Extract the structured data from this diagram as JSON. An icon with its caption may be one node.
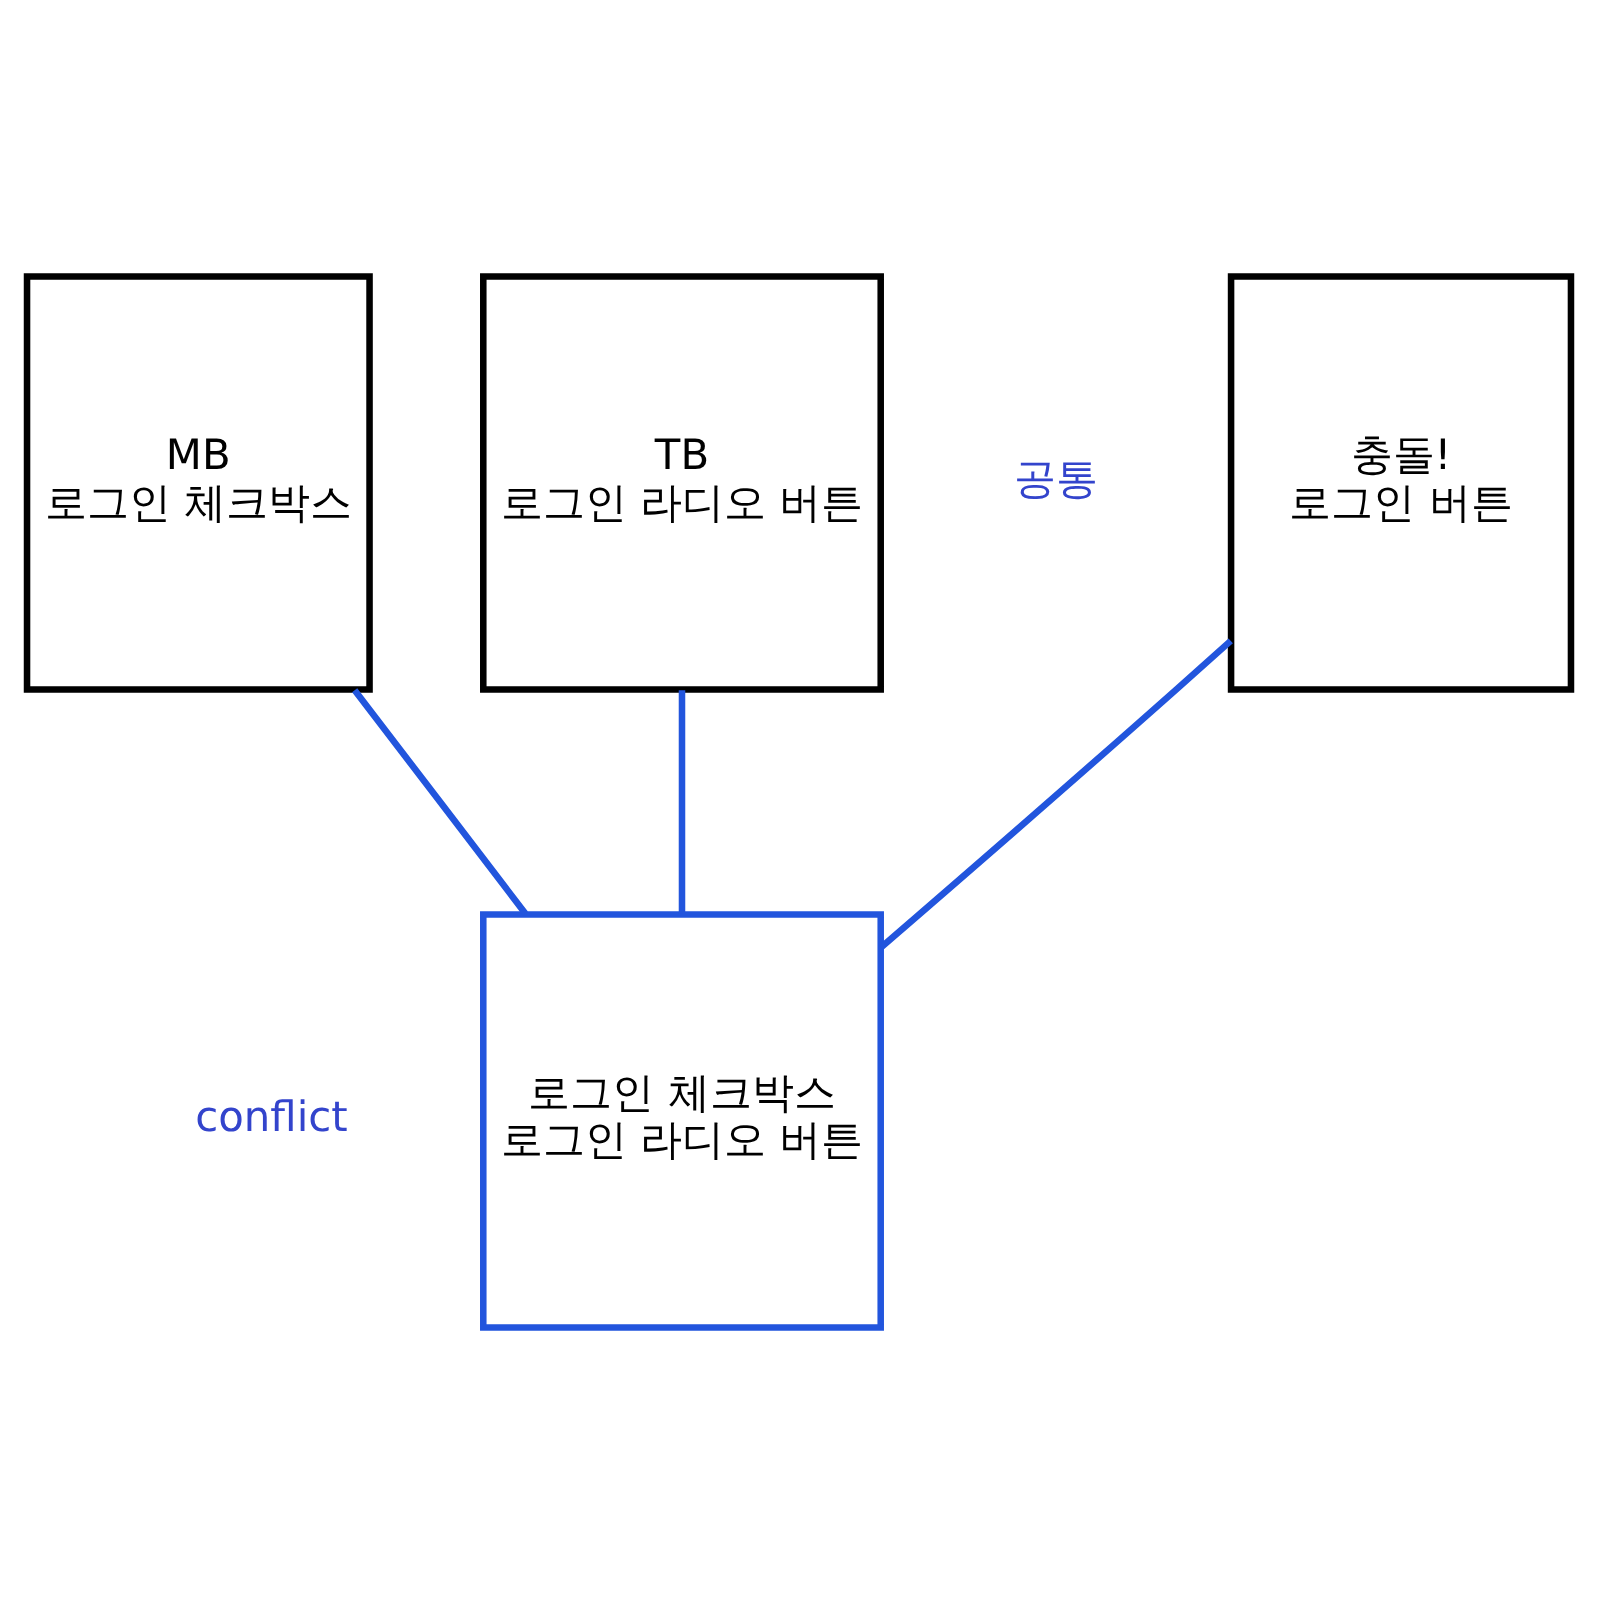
{
  "diagram": {
    "nodes": [
      {
        "text": [
          "충돌!",
          "로그인 버튼"
        ],
        "beside": [
          "공통"
        ]
      },
      {
        "text": [
          "MB",
          "로그인 체크박스"
        ]
      },
      {
        "text": [
          "TB",
          "로그인 라디오 버튼"
        ]
      },
      {
        "text": [
          "로그인 체크박스",
          "로그인 라디오 버튼"
        ],
        "beside": [
          "conflict"
        ]
      }
    ],
    "edges": [
      {
        "from": 0,
        "to": 3,
        "arrow": "none"
      },
      {
        "from": 1,
        "to": 3,
        "arrow": "none"
      },
      {
        "from": 2,
        "to": 3,
        "arrow": "none"
      }
    ]
  }
}
